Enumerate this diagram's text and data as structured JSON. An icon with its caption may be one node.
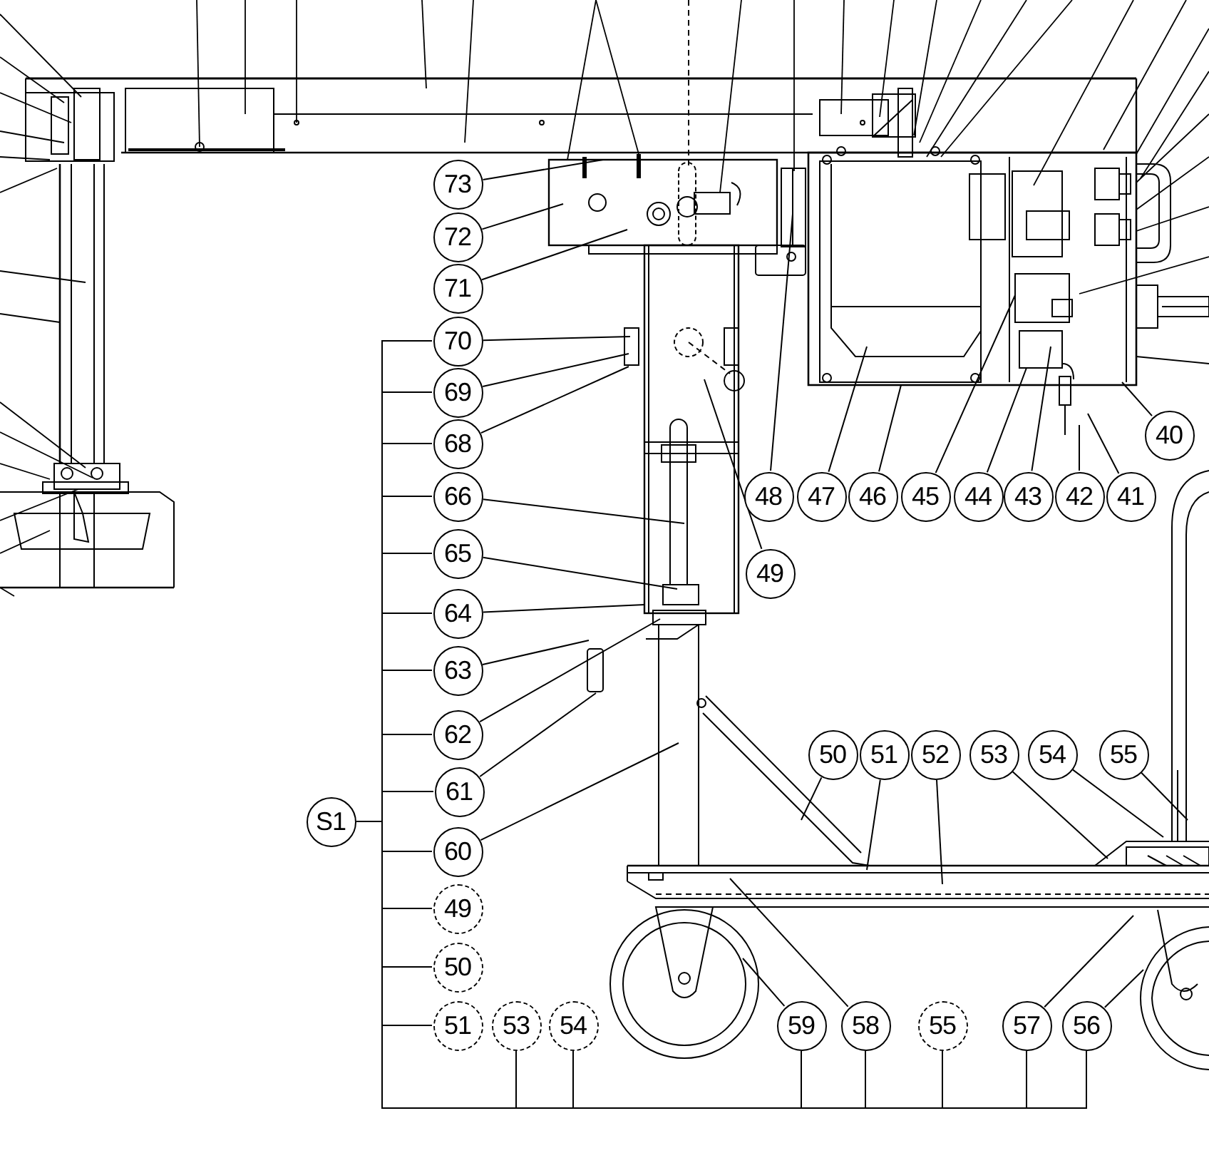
{
  "diagram": {
    "nodes": [
      {
        "text": [
          "73"
        ]
      },
      {
        "text": [
          "72"
        ]
      },
      {
        "text": [
          "71"
        ]
      },
      {
        "text": [
          "70"
        ]
      },
      {
        "text": [
          "69"
        ]
      },
      {
        "text": [
          "68"
        ]
      },
      {
        "text": [
          "66"
        ]
      },
      {
        "text": [
          "65"
        ]
      },
      {
        "text": [
          "64"
        ]
      },
      {
        "text": [
          "63"
        ]
      },
      {
        "text": [
          "62"
        ]
      },
      {
        "text": [
          "61"
        ]
      },
      {
        "text": [
          "60"
        ]
      },
      {
        "text": [
          "49"
        ]
      },
      {
        "text": [
          "50"
        ]
      },
      {
        "text": [
          "51"
        ]
      },
      {
        "text": [
          "53"
        ]
      },
      {
        "text": [
          "54"
        ]
      },
      {
        "text": [
          "59"
        ]
      },
      {
        "text": [
          "58"
        ]
      },
      {
        "text": [
          "55"
        ]
      },
      {
        "text": [
          "57"
        ]
      },
      {
        "text": [
          "56"
        ]
      },
      {
        "text": [
          "48"
        ]
      },
      {
        "text": [
          "47"
        ]
      },
      {
        "text": [
          "46"
        ]
      },
      {
        "text": [
          "45"
        ]
      },
      {
        "text": [
          "44"
        ]
      },
      {
        "text": [
          "43"
        ]
      },
      {
        "text": [
          "42"
        ]
      },
      {
        "text": [
          "41"
        ]
      },
      {
        "text": [
          "40"
        ]
      },
      {
        "text": [
          "49"
        ]
      },
      {
        "text": [
          "50"
        ]
      },
      {
        "text": [
          "51"
        ]
      },
      {
        "text": [
          "52"
        ]
      },
      {
        "text": [
          "53"
        ]
      },
      {
        "text": [
          "54"
        ]
      },
      {
        "text": [
          "55"
        ]
      },
      {
        "text": [
          "S1"
        ]
      }
    ],
    "edges": [
      {
        "from": 0,
        "to": null,
        "arrow": "none"
      },
      {
        "from": 1,
        "to": null,
        "arrow": "none"
      },
      {
        "from": 2,
        "to": null,
        "arrow": "none"
      },
      {
        "from": 3,
        "to": null,
        "arrow": "none"
      },
      {
        "from": 4,
        "to": null,
        "arrow": "none"
      },
      {
        "from": 5,
        "to": null,
        "arrow": "none"
      },
      {
        "from": 6,
        "to": null,
        "arrow": "none"
      },
      {
        "from": 7,
        "to": null,
        "arrow": "none"
      },
      {
        "from": 8,
        "to": null,
        "arrow": "none"
      },
      {
        "from": 9,
        "to": null,
        "arrow": "none"
      },
      {
        "from": 10,
        "to": null,
        "arrow": "none"
      },
      {
        "from": 11,
        "to": null,
        "arrow": "none"
      },
      {
        "from": 12,
        "to": null,
        "arrow": "none"
      },
      {
        "from": 18,
        "to": null,
        "arrow": "none"
      },
      {
        "from": 19,
        "to": null,
        "arrow": "none"
      },
      {
        "from": 21,
        "to": null,
        "arrow": "none"
      },
      {
        "from": 22,
        "to": null,
        "arrow": "none"
      },
      {
        "from": 23,
        "to": null,
        "arrow": "none"
      },
      {
        "from": 24,
        "to": null,
        "arrow": "none"
      },
      {
        "from": 25,
        "to": null,
        "arrow": "none"
      },
      {
        "from": 26,
        "to": null,
        "arrow": "none"
      },
      {
        "from": 27,
        "to": null,
        "arrow": "none"
      },
      {
        "from": 28,
        "to": null,
        "arrow": "none"
      },
      {
        "from": 29,
        "to": null,
        "arrow": "none"
      },
      {
        "from": 30,
        "to": null,
        "arrow": "none"
      },
      {
        "from": 31,
        "to": null,
        "arrow": "none"
      },
      {
        "from": 32,
        "to": null,
        "arrow": "none"
      },
      {
        "from": 33,
        "to": null,
        "arrow": "none"
      },
      {
        "from": 34,
        "to": null,
        "arrow": "none"
      },
      {
        "from": 35,
        "to": null,
        "arrow": "none"
      },
      {
        "from": 36,
        "to": null,
        "arrow": "none"
      },
      {
        "from": 37,
        "to": null,
        "arrow": "none"
      },
      {
        "from": 38,
        "to": null,
        "arrow": "none"
      },
      {
        "from": 39,
        "to": 3,
        "arrow": "none"
      },
      {
        "from": 39,
        "to": 4,
        "arrow": "none"
      },
      {
        "from": 39,
        "to": 5,
        "arrow": "none"
      },
      {
        "from": 39,
        "to": 6,
        "arrow": "none"
      },
      {
        "from": 39,
        "to": 7,
        "arrow": "none"
      },
      {
        "from": 39,
        "to": 8,
        "arrow": "none"
      },
      {
        "from": 39,
        "to": 9,
        "arrow": "none"
      },
      {
        "from": 39,
        "to": 10,
        "arrow": "none"
      },
      {
        "from": 39,
        "to": 11,
        "arrow": "none"
      },
      {
        "from": 39,
        "to": 12,
        "arrow": "none"
      },
      {
        "from": 39,
        "to": 13,
        "arrow": "none"
      },
      {
        "from": 39,
        "to": 14,
        "arrow": "none"
      },
      {
        "from": 39,
        "to": 15,
        "arrow": "none"
      },
      {
        "from": 39,
        "to": 16,
        "arrow": "none"
      },
      {
        "from": 39,
        "to": 17,
        "arrow": "none"
      },
      {
        "from": 39,
        "to": 18,
        "arrow": "none"
      },
      {
        "from": 39,
        "to": 19,
        "arrow": "none"
      },
      {
        "from": 39,
        "to": 20,
        "arrow": "none"
      },
      {
        "from": 39,
        "to": 21,
        "arrow": "none"
      },
      {
        "from": 39,
        "to": 22,
        "arrow": "none"
      }
    ]
  }
}
